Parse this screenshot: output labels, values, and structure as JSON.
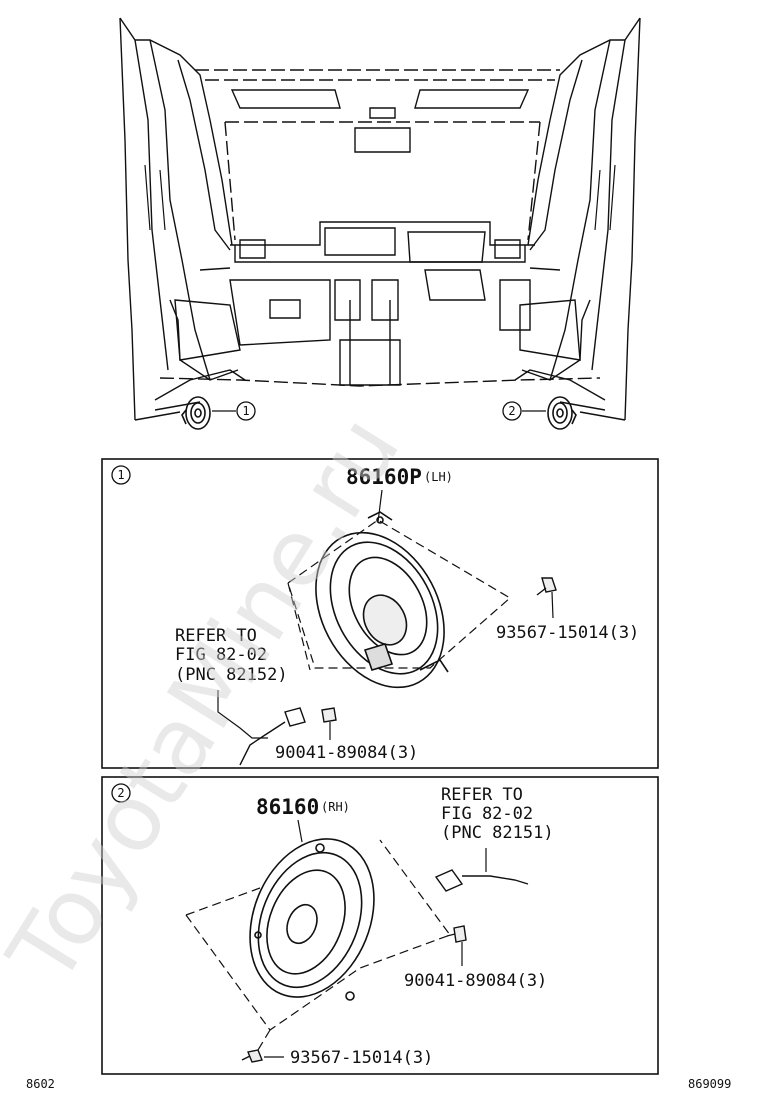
{
  "watermark": "ToyotaMine.ru",
  "overview": {
    "callout_lh": "1",
    "callout_rh": "2"
  },
  "panel_lh": {
    "index": "1",
    "part_number": "86160P",
    "side": "(LH)",
    "refer_lines": [
      "REFER TO",
      "FIG 82-02",
      "(PNC 82152)"
    ],
    "screw_label": "93567-15014(3)",
    "clip_label": "90041-89084(3)"
  },
  "panel_rh": {
    "index": "2",
    "part_number": "86160",
    "side": "(RH)",
    "refer_lines": [
      "REFER TO",
      "FIG 82-02",
      "(PNC 82151)"
    ],
    "clip_label": "90041-89084(3)",
    "screw_label": "93567-15014(3)"
  },
  "footer": {
    "left_code": "8602",
    "right_code": "869099"
  }
}
